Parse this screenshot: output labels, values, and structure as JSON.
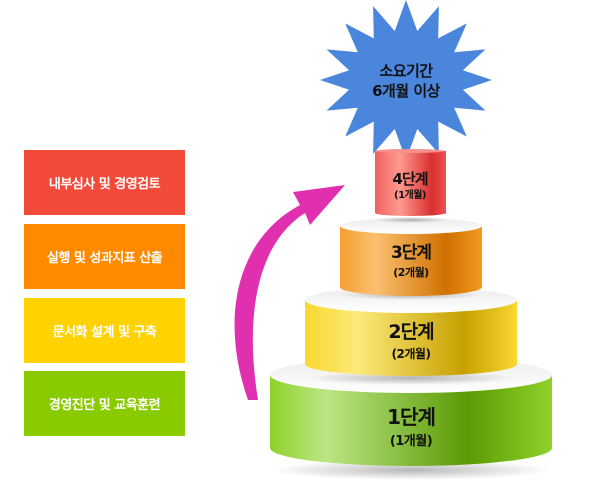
{
  "steps_list": [
    {
      "label": "내부심사 및 경영검토",
      "color": "#f44a3a"
    },
    {
      "label": "실행 및 성과지표 산출",
      "color": "#ff8a00"
    },
    {
      "label": "문서화 설계 및 구축",
      "color": "#ffd200"
    },
    {
      "label": "경영진단 및 교육훈련",
      "color": "#8acb00"
    }
  ],
  "badge": {
    "line1": "소요기간",
    "line2": "6개월 이상",
    "color": "#4a86dc"
  },
  "arrow_color": "#e030b0",
  "tiers": [
    {
      "title": "4단계",
      "duration": "(1개월)"
    },
    {
      "title": "3단계",
      "duration": "(2개월)"
    },
    {
      "title": "2단계",
      "duration": "(2개월)"
    },
    {
      "title": "1단계",
      "duration": "(1개월)"
    }
  ]
}
